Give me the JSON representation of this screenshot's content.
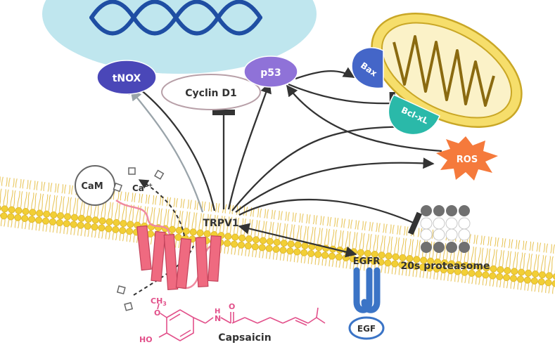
{
  "labels": {
    "tnox": "tNOX",
    "cyclin": "Cyclin D1",
    "p53": "p53",
    "bax": "Bax",
    "bclxl": "Bcl-xL",
    "ros": "ROS",
    "cam": "CaM",
    "ca": "Ca",
    "ca_sup": "2+",
    "trpv1": "TRPV1",
    "egfr": "EGFR",
    "egf": "EGF",
    "proteasome": "20s proteasome",
    "capsaicin": "Capsaicin",
    "ch3": "CH",
    "ch3_sub": "3",
    "ho": "HO",
    "o": "O",
    "h": "H",
    "n": "N",
    "o_carbonyl": "O"
  },
  "colors": {
    "nucleus": "#bfe6ee",
    "dna": "#1f4ea3",
    "tnox": "#4a47b8",
    "p53": "#8f72d8",
    "bax": "#4466c8",
    "bclxl": "#2ab9a9",
    "ros": "#f57a3c",
    "mito_outer": "#f6de6b",
    "mito_inner": "#fbf2c8",
    "membrane_head": "#f2cf35",
    "trpv1": "#ef6a80",
    "capsaicin": "#e2508a",
    "egfr": "#3b74c6",
    "arrow": "#333333",
    "arrow_gray": "#9aa4aa"
  }
}
